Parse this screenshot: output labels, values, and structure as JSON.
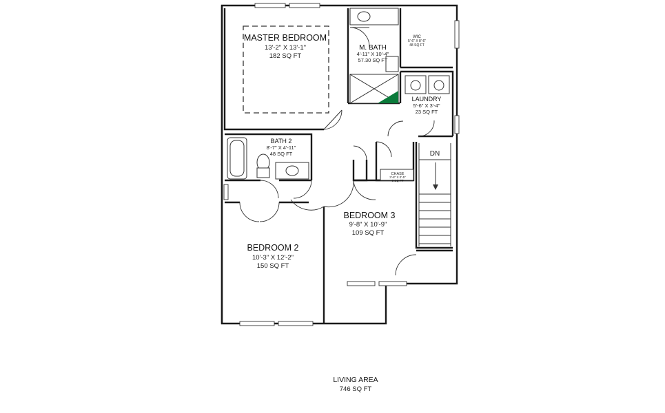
{
  "rooms": {
    "master_bedroom": {
      "name": "MASTER BEDROOM",
      "dims": "13'-2\" X 13'-1\"",
      "area": "182 SQ FT"
    },
    "master_bath": {
      "name": "M. BATH",
      "dims": "4'-11\" X 10'-4\"",
      "area": "57.30 SQ FT"
    },
    "wic": {
      "name": "WIC",
      "dims": "5'-6\" X 8'-6\"",
      "area": "48 SQ FT"
    },
    "laundry": {
      "name": "LAUNDRY",
      "dims": "5'-6\" X 3'-4\"",
      "area": "23 SQ FT"
    },
    "bath2": {
      "name": "BATH 2",
      "dims": "8'-7\" X 4'-11\"",
      "area": "48 SQ FT"
    },
    "chase": {
      "name": "CHASE",
      "dims": "3'-8\" X 0'-5\"",
      "area": "3 SQ FT"
    },
    "bedroom3": {
      "name": "BEDROOM 3",
      "dims": "9'-8\" X 10'-9\"",
      "area": "109 SQ FT"
    },
    "bedroom2": {
      "name": "BEDROOM 2",
      "dims": "10'-3\" X 12'-2\"",
      "area": "150 SQ FT"
    }
  },
  "stairs": {
    "label": "DN"
  },
  "summary": {
    "title": "LIVING AREA",
    "area": "746 SQ FT"
  },
  "colors": {
    "wall": "#1a1a1a",
    "shower_accent": "#0a7a3a",
    "line": "#333333"
  }
}
